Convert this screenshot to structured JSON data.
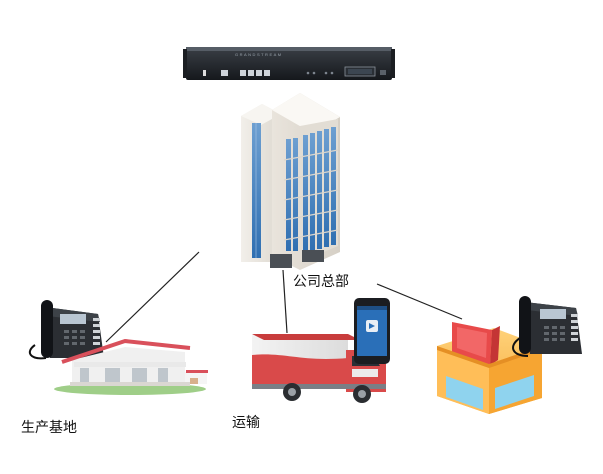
{
  "nodes": {
    "headquarters": {
      "label": "公司总部"
    },
    "production_base": {
      "label": "生产基地"
    },
    "transport": {
      "label": "运输"
    }
  },
  "device": {
    "brand_text": "GRANDSTREAM"
  }
}
